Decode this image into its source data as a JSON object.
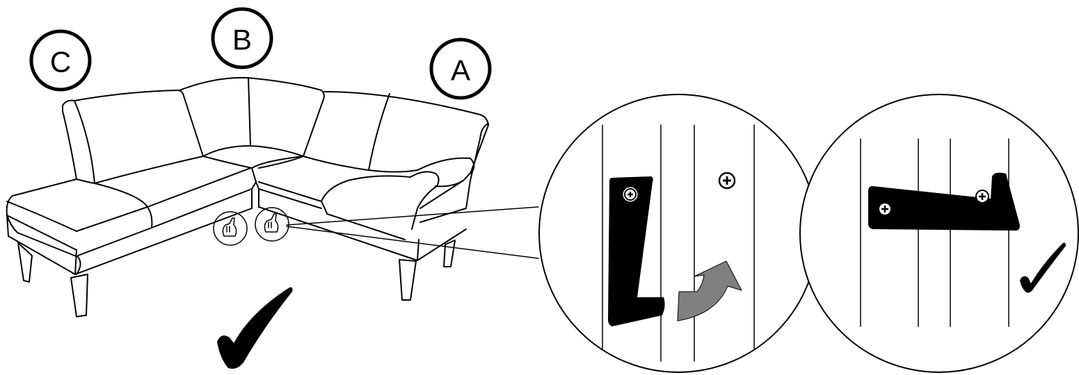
{
  "labels": {
    "a": "A",
    "b": "B",
    "c": "C"
  },
  "colors": {
    "line": "#000000",
    "background": "#ffffff",
    "bracket": "#000000",
    "arrow": "#808080"
  },
  "icons": {
    "checkmark": "check-icon",
    "hand": "hand-pointing-icon",
    "screw": "screw-plus-icon",
    "rotate": "curved-arrow-icon"
  }
}
